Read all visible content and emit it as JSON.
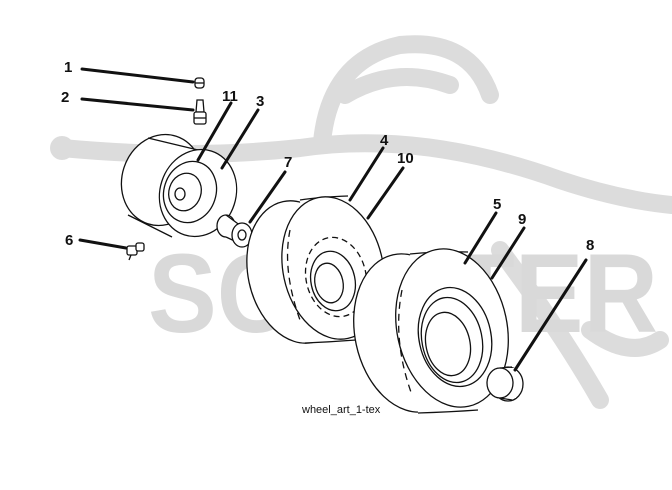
{
  "watermark": {
    "text": "SCOOTER",
    "color": "#d9d9d9"
  },
  "caption": "wheel_art_1-tex",
  "callouts": [
    "1",
    "2",
    "11",
    "3",
    "7",
    "4",
    "10",
    "6",
    "5",
    "9",
    "8"
  ],
  "colors": {
    "line": "#111111",
    "watermark": "#d9d9d9",
    "background": "#ffffff"
  }
}
